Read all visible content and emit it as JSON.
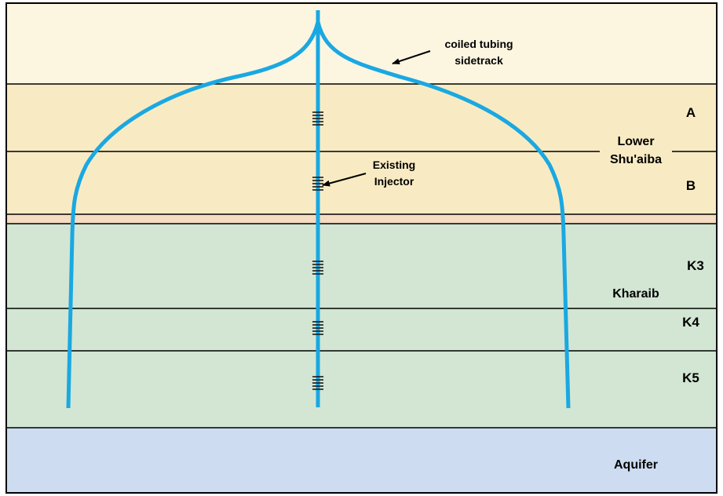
{
  "colors": {
    "surface": "#fcf6e1",
    "lower_shuaiba": "#f8ebc3",
    "thin_layer": "#f5dcc2",
    "kharaib": "#d2e6d3",
    "aquifer": "#cddcf1",
    "well": "#1aa8e2",
    "lines": "#000000"
  },
  "labels": {
    "coiled_tubing_line1": "coiled tubing",
    "coiled_tubing_line2": "sidetrack",
    "existing_injector_line1": "Existing",
    "existing_injector_line2": "Injector",
    "zone_a": "A",
    "zone_b": "B",
    "lower_shuaiba_line1": "Lower",
    "lower_shuaiba_line2": "Shu'aiba",
    "zone_k3": "K3",
    "kharaib": "Kharaib",
    "zone_k4": "K4",
    "zone_k5": "K5",
    "aquifer": "Aquifer"
  },
  "icons": {
    "perforation": "perforation-marker-icon",
    "arrow": "arrow-icon"
  }
}
